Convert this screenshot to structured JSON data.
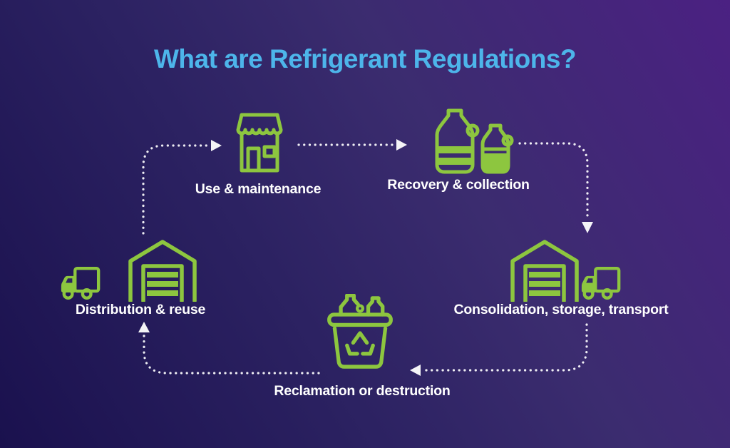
{
  "title": {
    "text": "What are Refrigerant Regulations?",
    "color": "#4db5ea"
  },
  "palette": {
    "background_bottom_left": "#1a114e",
    "background_top_right": "#4b2182",
    "icon_green": "#8dc63f",
    "label_white": "#ffffff",
    "arrow_white": "#ffffff"
  },
  "stages": [
    {
      "label": "Use & maintenance",
      "icon": "storefront-icon"
    },
    {
      "label": "Recovery & collection",
      "icon": "recovery-jugs-icon"
    },
    {
      "label": "Consolidation, storage, transport",
      "icon": "warehouse-and-truck-icon"
    },
    {
      "label": "Reclamation or destruction",
      "icon": "recycle-basket-icon"
    },
    {
      "label": "Distribution & reuse",
      "icon": "truck-and-warehouse-icon"
    }
  ],
  "cycle_order": [
    "Use & maintenance",
    "Recovery & collection",
    "Consolidation, storage, transport",
    "Reclamation or destruction",
    "Distribution & reuse"
  ]
}
